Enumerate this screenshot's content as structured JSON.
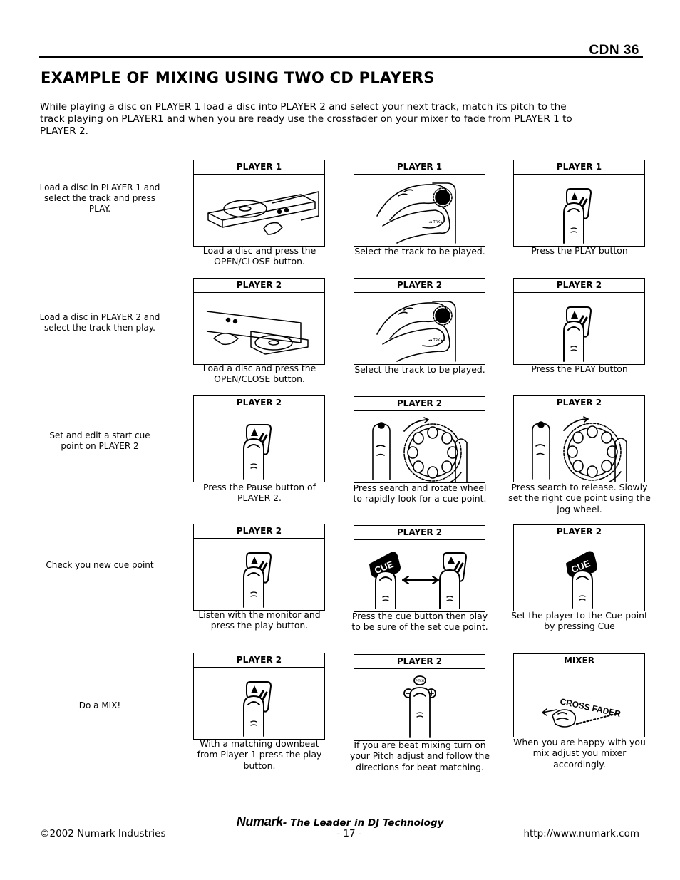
{
  "header": {
    "model": "CDN 36"
  },
  "title": "EXAMPLE OF MIXING USING TWO CD PLAYERS",
  "intro": "While playing a disc on PLAYER 1 load a disc into PLAYER 2 and select your next track, match its pitch to the track playing on PLAYER1 and when you are ready use the crossfader on your mixer to fade from PLAYER 1 to PLAYER 2.",
  "rows": [
    {
      "label": "Load a disc in PLAYER 1 and select the track and press PLAY.",
      "panels": [
        {
          "header": "PLAYER 1",
          "caption": "Load a disc and press the OPEN/CLOSE button."
        },
        {
          "header": "PLAYER 1",
          "caption": "Select the track to be played."
        },
        {
          "header": "PLAYER 1",
          "caption": "Press the PLAY button"
        }
      ]
    },
    {
      "label": "Load a disc in PLAYER 2 and select the track then play.",
      "panels": [
        {
          "header": "PLAYER 2",
          "caption": "Load a disc and press the OPEN/CLOSE button."
        },
        {
          "header": "PLAYER 2",
          "caption": "Select the track to be played."
        },
        {
          "header": "PLAYER 2",
          "caption": "Press the PLAY button"
        }
      ]
    },
    {
      "label": "Set and edit a start cue point on PLAYER 2",
      "panels": [
        {
          "header": "PLAYER 2",
          "caption": "Press the Pause button of PLAYER 2."
        },
        {
          "header": "PLAYER 2",
          "caption": "Press search and rotate wheel to rapidly look for a cue point."
        },
        {
          "header": "PLAYER 2",
          "caption": "Press search to release. Slowly set the right cue point using the jog wheel."
        }
      ]
    },
    {
      "label": "Check you new cue point",
      "panels": [
        {
          "header": "PLAYER 2",
          "caption": "Listen with the monitor and press the play button."
        },
        {
          "header": "PLAYER 2",
          "caption": "Press the cue button then play to be sure of the set cue point."
        },
        {
          "header": "PLAYER 2",
          "caption": "Set the player to the Cue point by pressing Cue"
        }
      ]
    },
    {
      "label": "Do a MIX!",
      "panels": [
        {
          "header": "PLAYER 2",
          "caption": "With a matching downbeat from Player 1 press the play button."
        },
        {
          "header": "PLAYER 2",
          "caption": "If you are beat mixing turn on your Pitch adjust and follow the directions for beat matching."
        },
        {
          "header": "MIXER",
          "caption": "When you are happy with you mix adjust you mixer accordingly."
        }
      ]
    }
  ],
  "illustrations": {
    "cue_text": "CUE",
    "pitch_text": "PITCH",
    "crossfader_text": "CROSS FADER",
    "track_text": "◂◂ TRK ▸▸"
  },
  "footer": {
    "brand": "Numark",
    "tagline": "- The Leader in DJ Technology",
    "copyright": "©2002 Numark Industries",
    "page": "- 17 -",
    "url": "http://www.numark.com"
  }
}
